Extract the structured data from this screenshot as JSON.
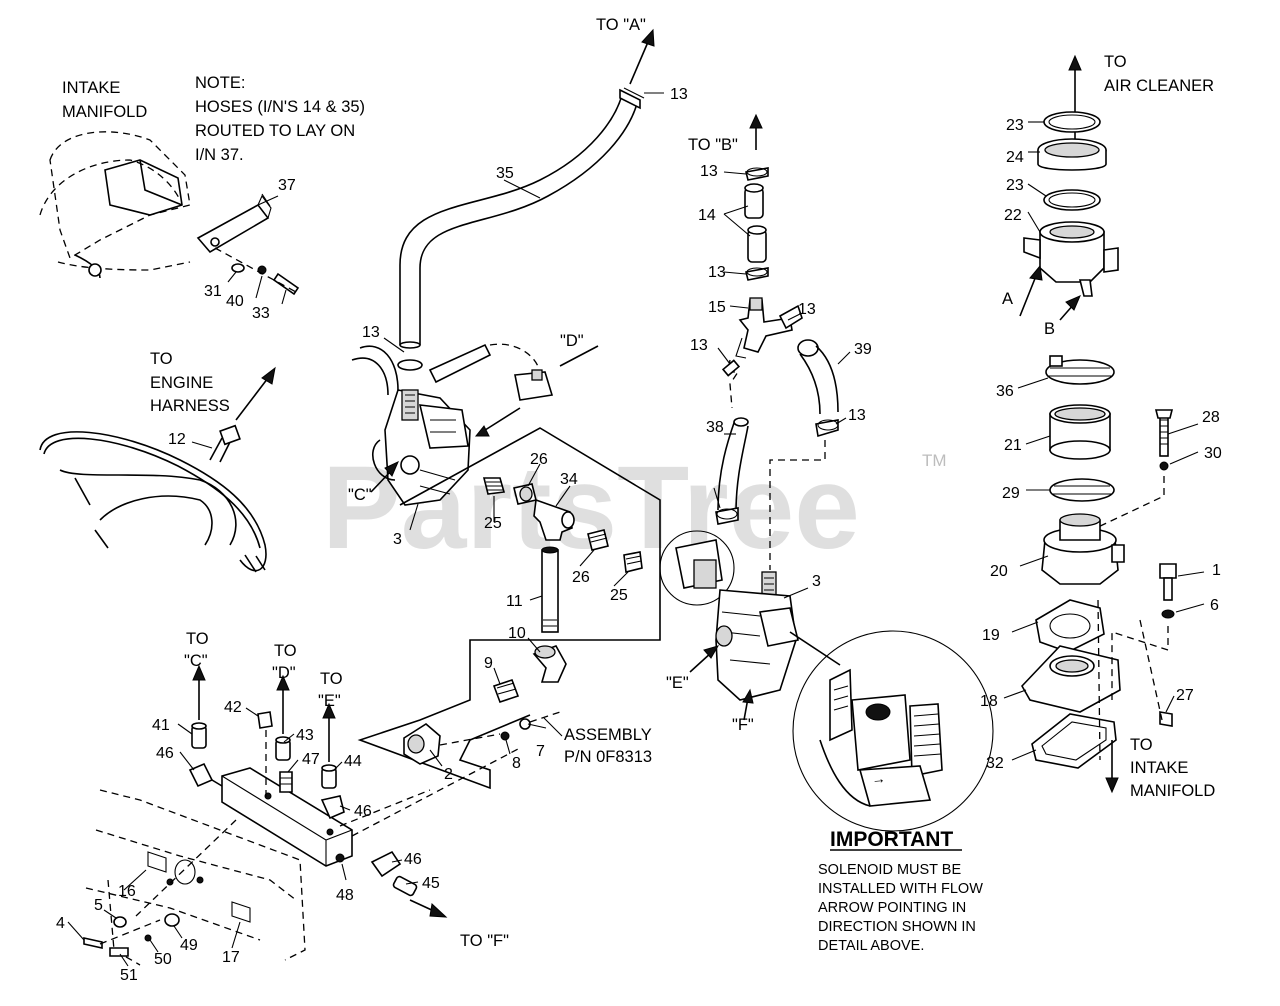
{
  "watermark": {
    "text": "PartsTree",
    "tm": "TM"
  },
  "notes": {
    "intake_manifold": [
      "INTAKE",
      "MANIFOLD"
    ],
    "hoses_note": [
      "NOTE:",
      "HOSES (I/N'S 14 & 35)",
      "ROUTED TO LAY ON",
      "I/N 37."
    ],
    "engine_harness": [
      "TO",
      "ENGINE",
      "HARNESS"
    ],
    "air_cleaner": [
      "TO",
      "AIR CLEANER"
    ],
    "to_intake_manifold": [
      "TO",
      "INTAKE",
      "MANIFOLD"
    ],
    "assembly": [
      "ASSEMBLY",
      "P/N 0F8313"
    ],
    "important_title": "IMPORTANT",
    "important_text": [
      "SOLENOID MUST BE",
      "INSTALLED WITH FLOW",
      "ARROW POINTING IN",
      "DIRECTION SHOWN IN",
      "DETAIL ABOVE."
    ]
  },
  "destinations": {
    "to_a": "TO \"A\"",
    "to_b": "TO \"B\"",
    "to_c": [
      "TO",
      "\"C\""
    ],
    "to_d": [
      "TO",
      "\"D\""
    ],
    "to_e": [
      "TO",
      "\"E\""
    ],
    "to_f": "TO \"F\""
  },
  "callouts": {
    "c": "\"C\"",
    "d": "\"D\"",
    "e": "\"E\"",
    "f": "\"F\"",
    "a": "A",
    "b": "B"
  },
  "parts": [
    "1",
    "2",
    "3",
    "3",
    "4",
    "5",
    "6",
    "7",
    "8",
    "9",
    "10",
    "11",
    "12",
    "13",
    "13",
    "13",
    "13",
    "13",
    "13",
    "13",
    "14",
    "15",
    "16",
    "17",
    "18",
    "19",
    "20",
    "21",
    "22",
    "23",
    "23",
    "24",
    "25",
    "25",
    "26",
    "26",
    "27",
    "28",
    "29",
    "30",
    "31",
    "32",
    "33",
    "34",
    "35",
    "36",
    "37",
    "38",
    "39",
    "40",
    "41",
    "42",
    "43",
    "44",
    "45",
    "46",
    "46",
    "46",
    "47",
    "48",
    "49",
    "50",
    "51"
  ]
}
